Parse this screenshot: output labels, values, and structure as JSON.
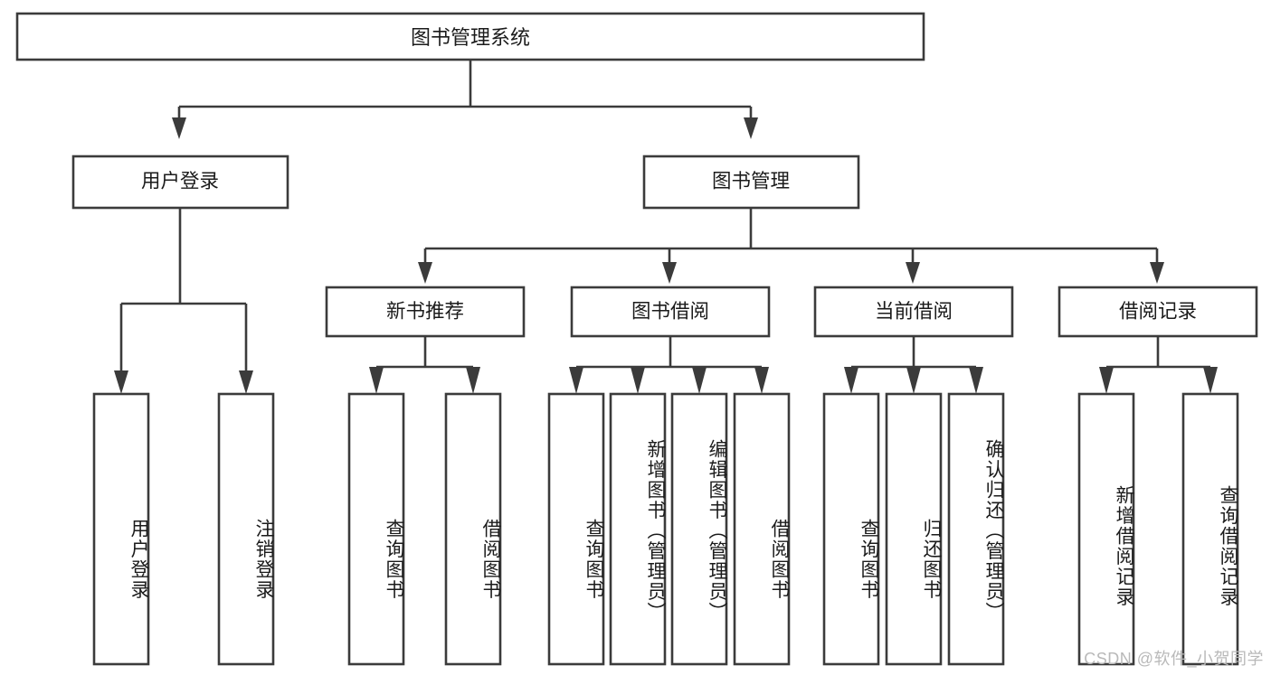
{
  "diagram": {
    "type": "tree-hierarchy",
    "title": "图书管理系统",
    "orientation": "top-down",
    "watermark": "CSDN @软件_小贺同学",
    "root": {
      "label": "图书管理系统"
    },
    "level2": [
      {
        "label": "用户登录"
      },
      {
        "label": "图书管理"
      }
    ],
    "level3": [
      {
        "label": "新书推荐"
      },
      {
        "label": "图书借阅"
      },
      {
        "label": "当前借阅"
      },
      {
        "label": "借阅记录"
      }
    ],
    "leaves": {
      "user_login": [
        {
          "label": "用户登录"
        },
        {
          "label": "注销登录"
        }
      ],
      "new_book_recommend": [
        {
          "label": "查询图书"
        },
        {
          "label": "借阅图书"
        }
      ],
      "book_borrow": [
        {
          "label": "查询图书"
        },
        {
          "label": "新增图书（管理员）"
        },
        {
          "label": "编辑图书（管理员）"
        },
        {
          "label": "借阅图书"
        }
      ],
      "current_borrow": [
        {
          "label": "查询图书"
        },
        {
          "label": "归还图书"
        },
        {
          "label": "确认归还（管理员）"
        }
      ],
      "borrow_record": [
        {
          "label": "新增借阅记录"
        },
        {
          "label": "查询借阅记录"
        }
      ]
    },
    "colors": {
      "stroke": "#3b3b3b",
      "fill": "#ffffff",
      "text": "#1b1b1b",
      "watermark": "#b9b9b9"
    }
  }
}
